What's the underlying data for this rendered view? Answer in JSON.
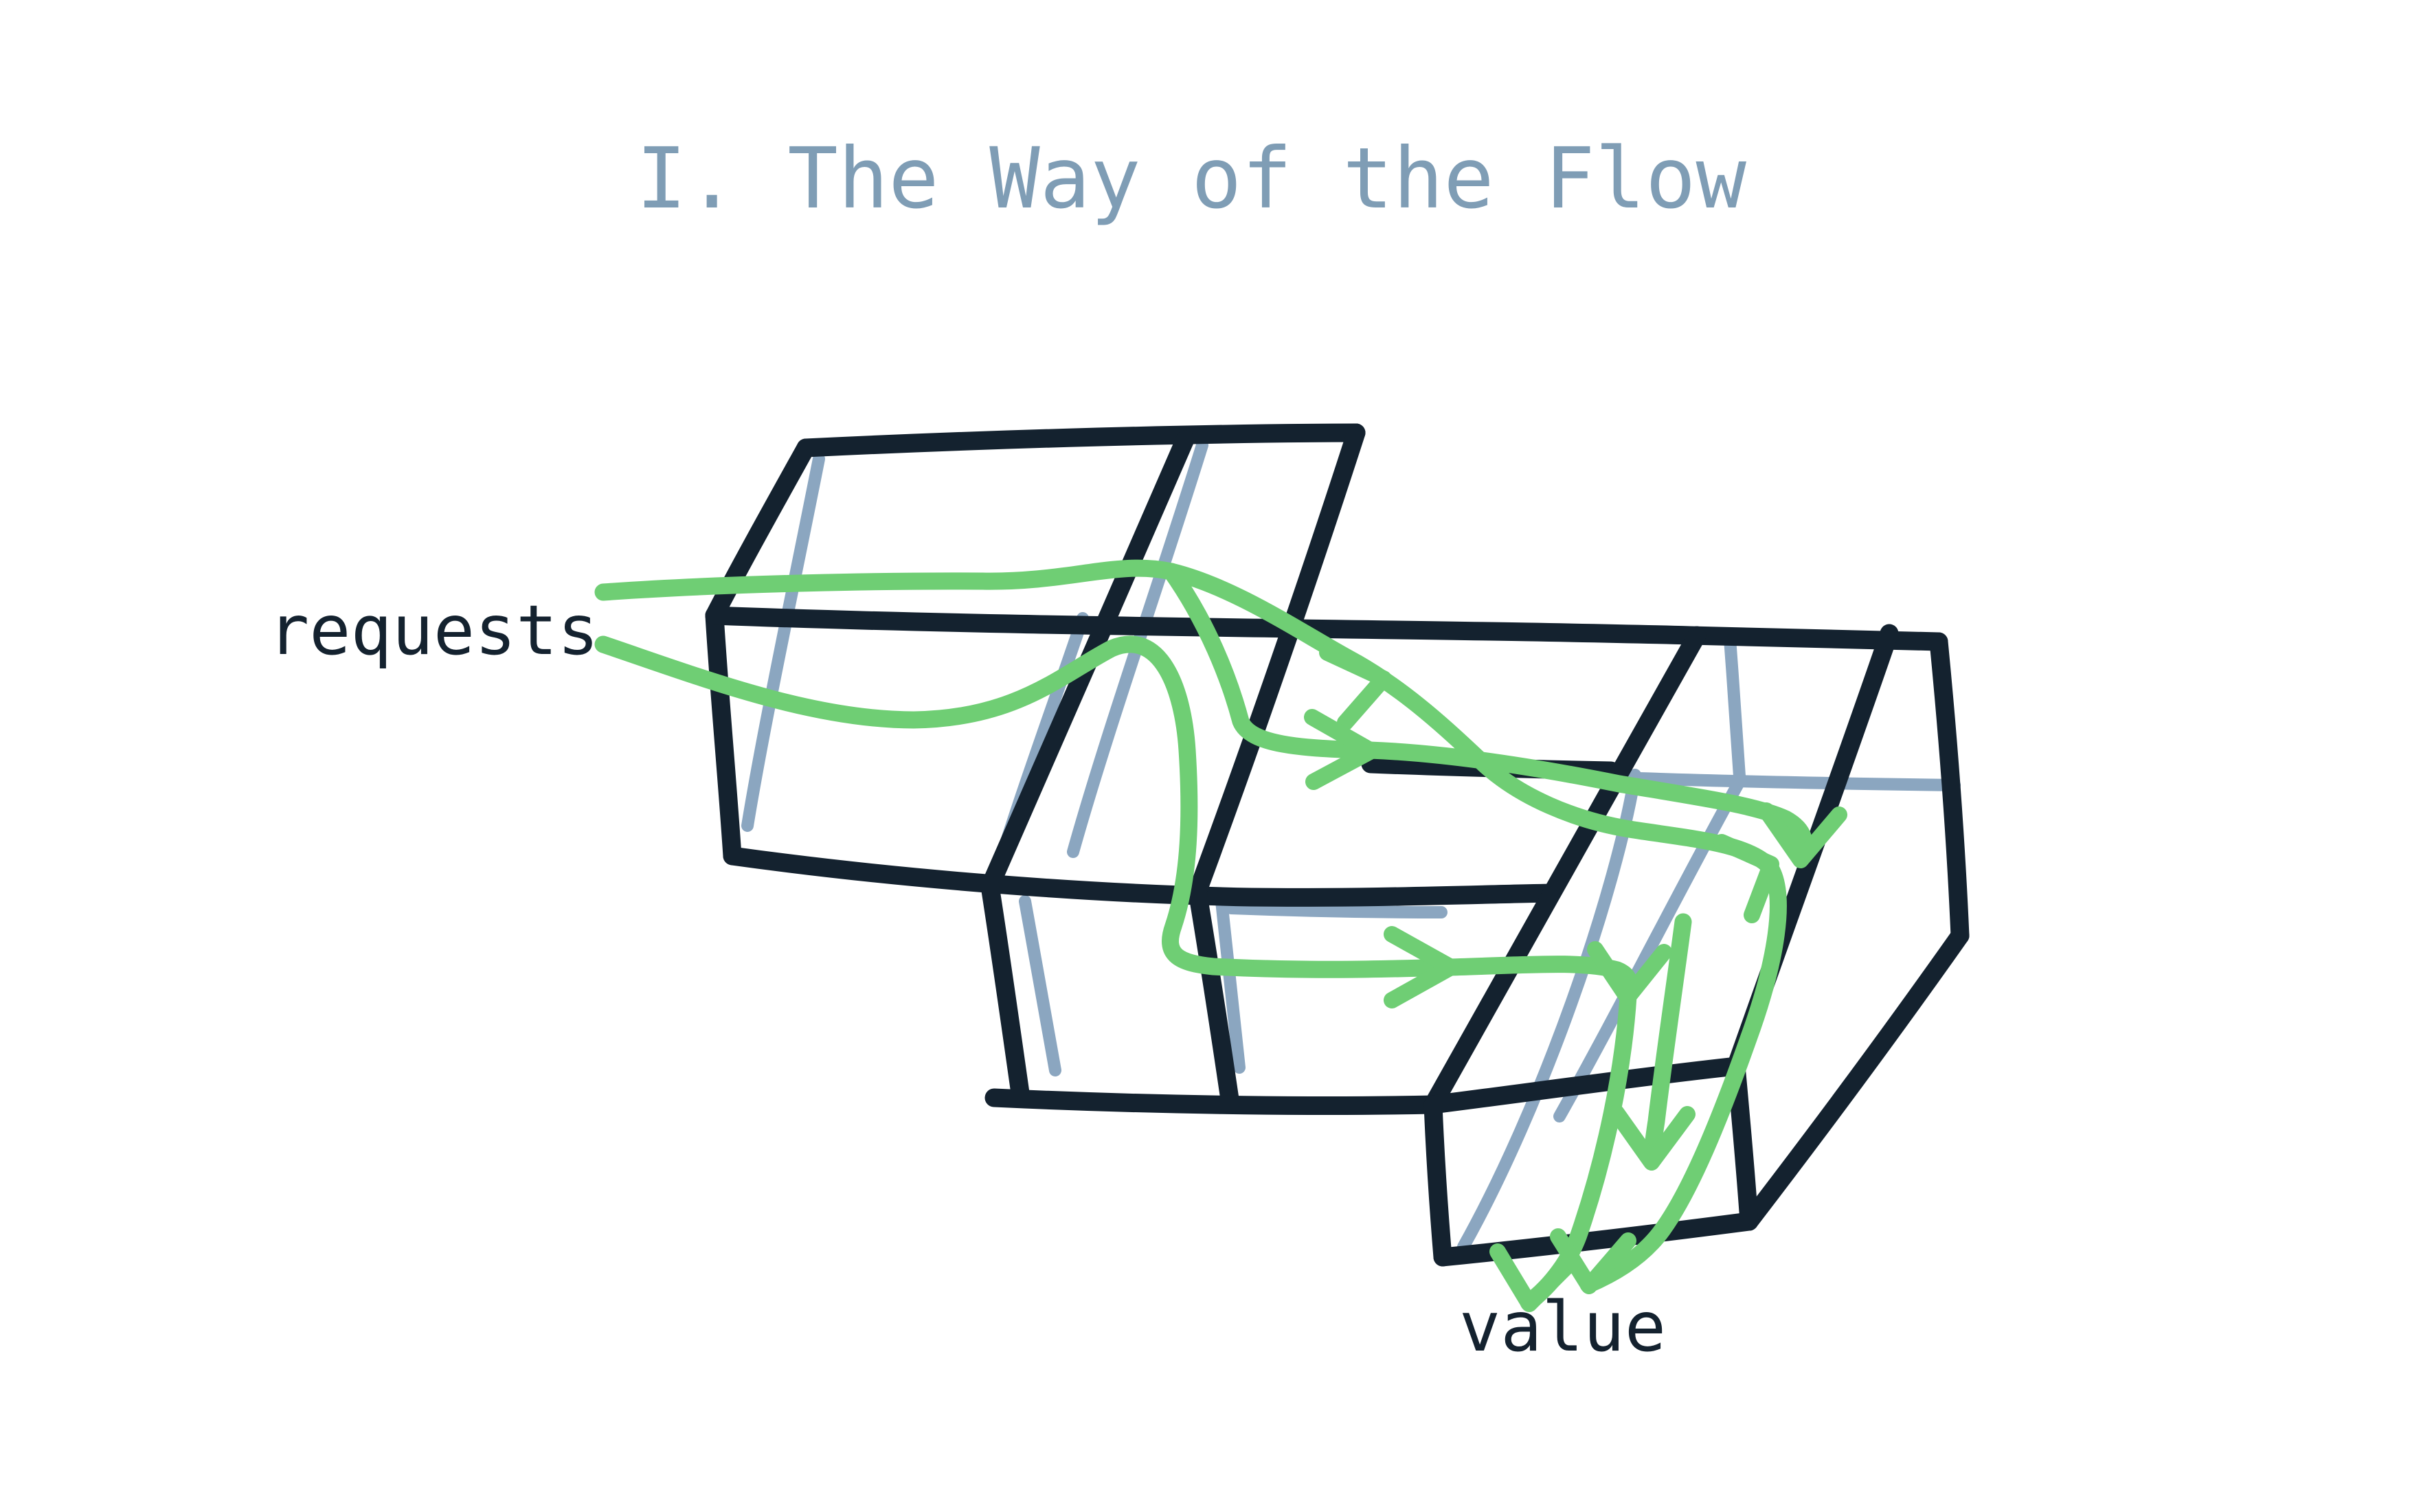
{
  "title": "I. The Way of the Flow",
  "labels": {
    "input": "requests",
    "output": "value"
  },
  "colors": {
    "background": "#ffffff",
    "title": "#7f9db5",
    "ink": "#14222f",
    "hidden_edge": "#8ba6c0",
    "flow": "#6fce74"
  }
}
